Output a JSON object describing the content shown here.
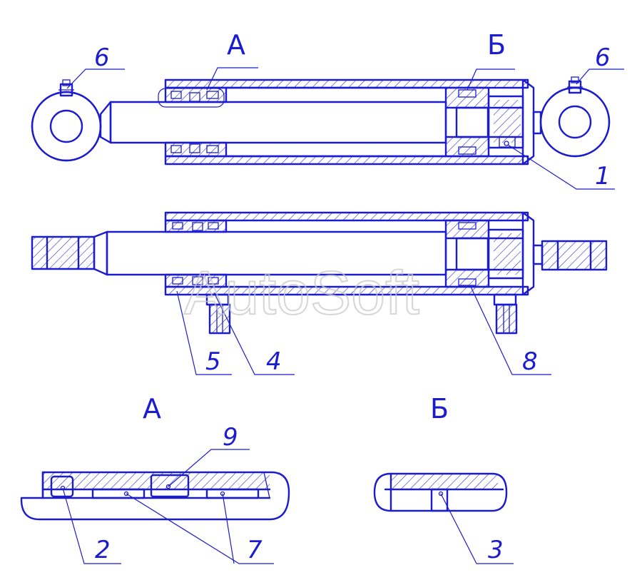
{
  "views": {
    "detail_a": "А",
    "detail_b": "Б"
  },
  "callouts": {
    "c1": "1",
    "c2": "2",
    "c3": "3",
    "c4": "4",
    "c5": "5",
    "c6a": "6",
    "c6b": "6",
    "c7": "7",
    "c8": "8",
    "c9": "9"
  },
  "watermark": "AutoSoft",
  "colors": {
    "line": "#1c1ccf",
    "watermark": "#c9c9c9"
  }
}
